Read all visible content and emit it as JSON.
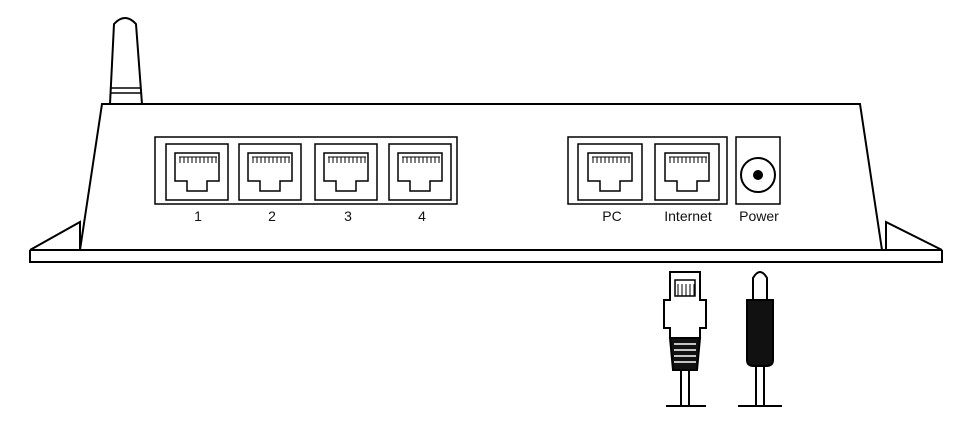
{
  "ports": {
    "lan": [
      "1",
      "2",
      "3",
      "4"
    ],
    "pc": "PC",
    "internet": "Internet",
    "power": "Power"
  },
  "icons": {
    "antenna": "antenna-icon",
    "ethernet_port": "ethernet-port-icon",
    "power_jack": "power-jack-icon",
    "ethernet_plug": "ethernet-plug-icon",
    "power_plug": "power-plug-icon"
  },
  "colors": {
    "line": "#000000",
    "background": "#ffffff",
    "plug_fill": "#111111"
  }
}
